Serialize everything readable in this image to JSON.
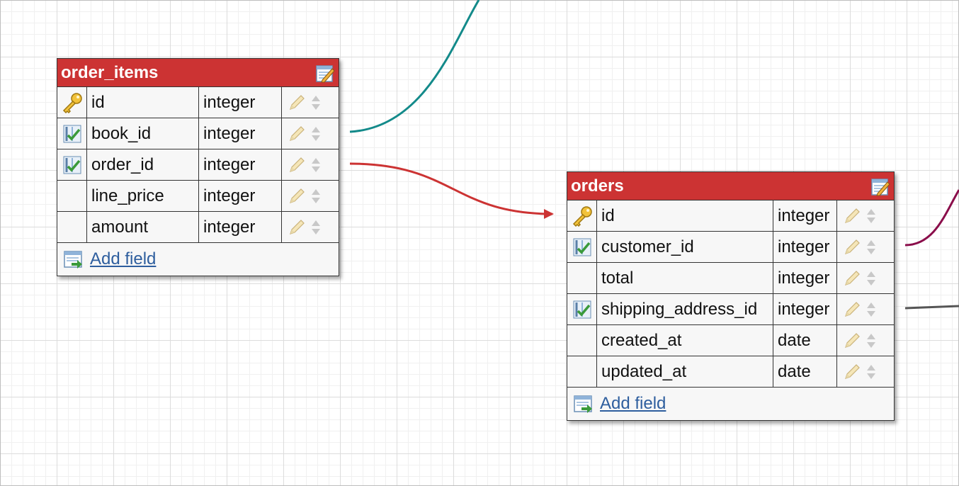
{
  "tables": [
    {
      "name": "order_items",
      "fields": [
        {
          "name": "id",
          "type": "integer",
          "key": "primary"
        },
        {
          "name": "book_id",
          "type": "integer",
          "key": "foreign"
        },
        {
          "name": "order_id",
          "type": "integer",
          "key": "foreign"
        },
        {
          "name": "line_price",
          "type": "integer",
          "key": "none"
        },
        {
          "name": "amount",
          "type": "integer",
          "key": "none"
        }
      ],
      "add_field_label": "Add field"
    },
    {
      "name": "orders",
      "fields": [
        {
          "name": "id",
          "type": "integer",
          "key": "primary"
        },
        {
          "name": "customer_id",
          "type": "integer",
          "key": "foreign"
        },
        {
          "name": "total",
          "type": "integer",
          "key": "none"
        },
        {
          "name": "shipping_address_id",
          "type": "integer",
          "key": "foreign"
        },
        {
          "name": "created_at",
          "type": "date",
          "key": "none"
        },
        {
          "name": "updated_at",
          "type": "date",
          "key": "none"
        }
      ],
      "add_field_label": "Add field"
    }
  ],
  "relationships": [
    {
      "from": "order_items.book_id",
      "to": "offscreen-top",
      "color": "#138a8a"
    },
    {
      "from": "order_items.order_id",
      "to": "orders",
      "color": "#cc3333"
    },
    {
      "from": "orders.customer_id",
      "to": "offscreen-right",
      "color": "#8a0d4a"
    },
    {
      "from": "orders.shipping_address_id",
      "to": "offscreen-right",
      "color": "#555555"
    }
  ],
  "icons": {
    "primary_key": "key-icon",
    "foreign_key": "foreign-key-icon",
    "edit_field": "pencil-icon",
    "reorder": "updown-arrows-icon",
    "edit_table": "edit-table-icon",
    "add_field": "add-field-icon"
  },
  "colors": {
    "header": "#cc3333",
    "link": "#2e5e9e"
  }
}
